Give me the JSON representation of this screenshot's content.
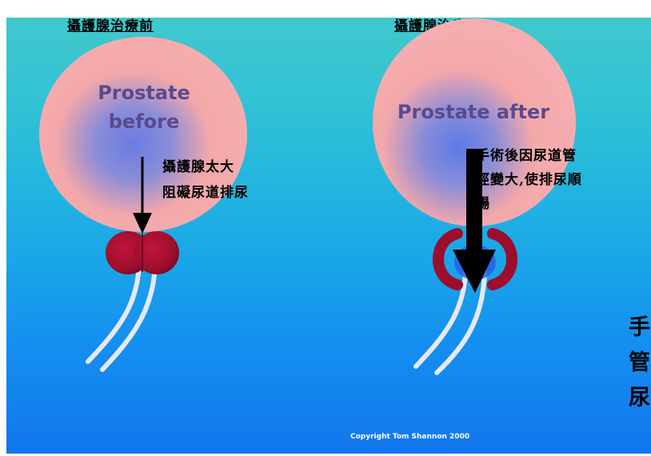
{
  "titles": {
    "before": "攝護腺治療前",
    "after": "攝護腺治療後"
  },
  "before": {
    "label_line1": "Prostate",
    "label_line2": "before",
    "note_line1": "攝護腺太大",
    "note_line2": "阻礙尿道排尿"
  },
  "after": {
    "label": "Prostate after",
    "note_line1": "手術後因尿道管",
    "note_line2": "徑變大,使排尿順",
    "note_line3": "暢"
  },
  "side_text": [
    "手",
    "管",
    "尿"
  ],
  "copyright": "Copyright Tom Shannon 2000",
  "colors": {
    "prostate_pink": "#f4a8aa",
    "prostate_blue": "#6a7de0",
    "lobe_red": "#9c0e2c",
    "tube_white": "#e8e8f4",
    "arrow": "#000000"
  }
}
